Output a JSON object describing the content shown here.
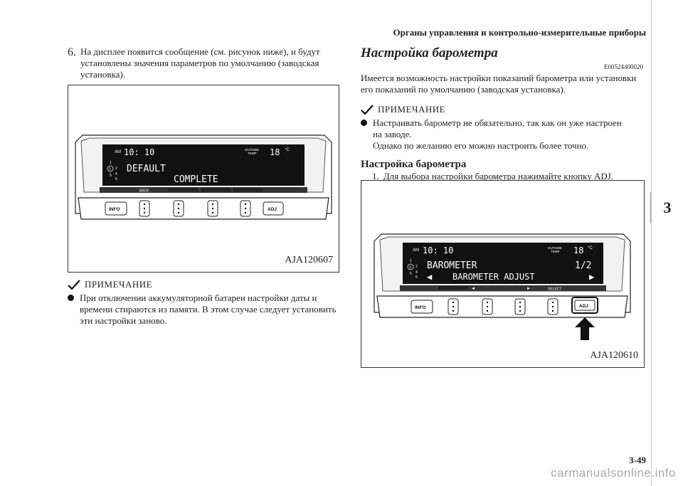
{
  "header": {
    "title": "Органы управления и контрольно-измерительные приборы"
  },
  "page_number": "3-49",
  "section_tab": "3",
  "left": {
    "step6_num": "6.",
    "step6_lines": [
      "На дисплее появится сообщение (см. рисунок ниже), и будут",
      "установлены значения параметров по умолчанию (заводская",
      "установка)."
    ],
    "figure1": {
      "label": "AJA120607",
      "display": {
        "am": "AM",
        "time": "10: 10",
        "outside": "OUTSIDE",
        "temp": "TEMP",
        "temp_value": "18",
        "unit": "°C",
        "line1": "DEFAULT",
        "line2": "COMPLETE",
        "back": "BACK",
        "gears_top": "1",
        "gears_mid": "3",
        "gears_2": "2",
        "gears_4": "4",
        "gears_5": "5",
        "gears_6": "6",
        "btn_info": "INFO",
        "btn_adj": "ADJ"
      }
    },
    "note_label": "ПРИМЕЧАНИЕ",
    "note_lines": [
      "При отключении аккумуляторной батареи настройки даты и",
      "времени стираются из памяти. В этом случае следует установить",
      "эти настройки заново."
    ]
  },
  "right": {
    "title": "Настройка барометра",
    "code": "E00524400020",
    "intro_lines": [
      "Имеется возможность настройки показаний барометра или установки",
      "его показаний по умолчанию (заводская установка)."
    ],
    "note_label": "ПРИМЕЧАНИЕ",
    "note_lines": [
      "Настраивать барометр не обязательно, так как он уже настроен",
      "на заводе.",
      "Однако по желанию его можно настроить более точно."
    ],
    "subtitle": "Настройка барометра",
    "step1_num": "1.",
    "step1_text": "Для выбора настройки барометра нажимайте кнопку ADJ.",
    "figure2": {
      "label": "AJA120610",
      "display": {
        "am": "AM",
        "time": "10: 10",
        "outside": "OUTSIDE",
        "temp": "TEMP",
        "temp_value": "18",
        "unit": "°C",
        "line1": "BAROMETER",
        "page": "1/2",
        "line2": "BAROMETER ADJUST",
        "select": "SELECT",
        "gears_top": "1",
        "gears_mid": "3",
        "gears_2": "2",
        "gears_4": "4",
        "gears_5": "5",
        "gears_6": "6",
        "btn_info": "INFO",
        "btn_adj": "ADJ"
      }
    }
  },
  "watermark": "carmanualsonline.info"
}
